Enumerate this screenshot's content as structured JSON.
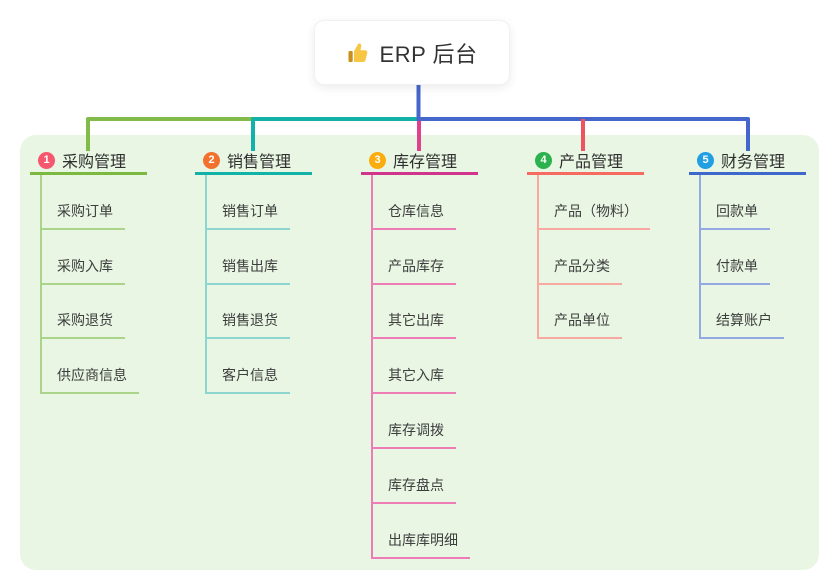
{
  "root": {
    "label": "ERP 后台",
    "icon": "thumbs-up-icon"
  },
  "canvas": {
    "background_color": "#ffffff",
    "panel_color": "#e9f6e3",
    "root_connector_color": "#4566cb"
  },
  "branches": [
    {
      "number": "1",
      "label": "采购管理",
      "badge_color": "#f5586e",
      "line_color": "#7cb93f",
      "light_line_color": "#abd48b",
      "children": [
        "采购订单",
        "采购入库",
        "采购退货",
        "供应商信息"
      ]
    },
    {
      "number": "2",
      "label": "销售管理",
      "badge_color": "#f2722d",
      "line_color": "#13b2a9",
      "light_line_color": "#8cd6cf",
      "children": [
        "销售订单",
        "销售出库",
        "销售退货",
        "客户信息"
      ]
    },
    {
      "number": "3",
      "label": "库存管理",
      "badge_color": "#fbad10",
      "line_color": "#d0348c",
      "light_line_color": "#ee7db7",
      "children": [
        "仓库信息",
        "产品库存",
        "其它出库",
        "其它入库",
        "库存调拨",
        "库存盘点",
        "出库库明细"
      ]
    },
    {
      "number": "4",
      "label": "产品管理",
      "badge_color": "#2bb14e",
      "line_color": "#f56b61",
      "light_line_color": "#f8a9a2",
      "children": [
        "产品（物料）",
        "产品分类",
        "产品单位"
      ]
    },
    {
      "number": "5",
      "label": "财务管理",
      "badge_color": "#219fe3",
      "line_color": "#3f68cd",
      "light_line_color": "#93a9e2",
      "children": [
        "回款单",
        "付款单",
        "结算账户"
      ]
    }
  ]
}
